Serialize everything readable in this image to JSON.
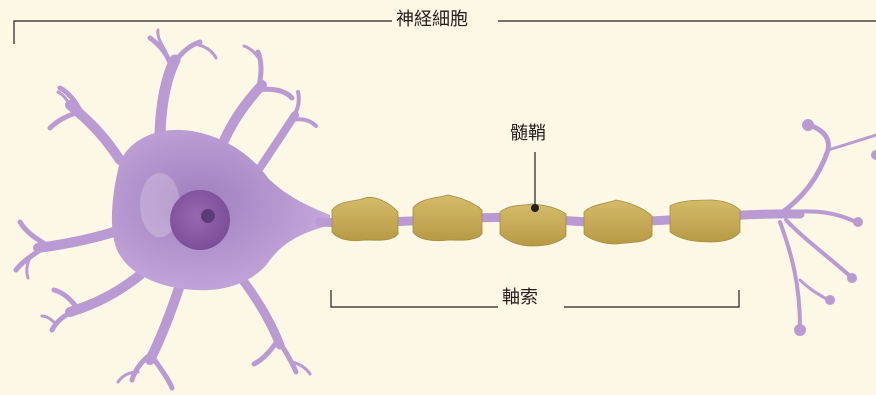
{
  "labels": {
    "neuron": "神経細胞",
    "myelin_sheath": "髄鞘",
    "axon": "軸索"
  },
  "colors": {
    "background": "#fdf7e6",
    "cell_body": "#b99ad2",
    "nucleus": "#8c5ca6",
    "nucleolus": "#5b3c78",
    "myelin": "#c9ac55",
    "line": "#231f20"
  }
}
